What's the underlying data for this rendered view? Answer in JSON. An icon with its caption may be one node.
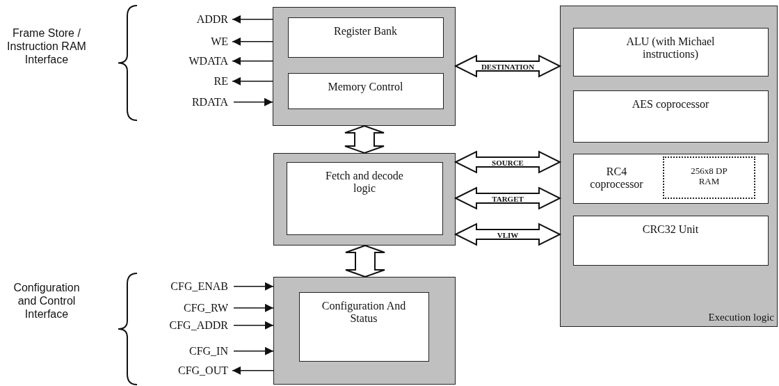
{
  "diagram": {
    "nodes": [
      {
        "text": [],
        "shape": "box"
      },
      {
        "text": [
          "Register Bank"
        ],
        "in": 0
      },
      {
        "text": [
          "Memory Control"
        ],
        "in": 0
      },
      {
        "text": [],
        "shape": "box"
      },
      {
        "text": [
          "Fetch and decode logic"
        ],
        "in": 3
      },
      {
        "text": [],
        "shape": "box"
      },
      {
        "text": [
          "Configuration And Status"
        ],
        "in": 5
      },
      {
        "text": [
          "Execution logic"
        ]
      },
      {
        "text": [
          "ALU (with Michael instructions)"
        ],
        "in": 7
      },
      {
        "text": [
          "AES coprocessor"
        ],
        "in": 7
      },
      {
        "text": [
          "RC4 coprocessor"
        ],
        "in": 7
      },
      {
        "text": [
          "256x8 DP RAM"
        ],
        "in": 10
      },
      {
        "text": [
          "CRC32 Unit"
        ],
        "in": 7
      },
      {
        "text": [
          "ADDR"
        ]
      },
      {
        "text": [
          "WE"
        ]
      },
      {
        "text": [
          "WDATA"
        ]
      },
      {
        "text": [
          "RE"
        ]
      },
      {
        "text": [
          "RDATA"
        ]
      },
      {
        "text": [
          "CFG_ENAB"
        ]
      },
      {
        "text": [
          "CFG_RW"
        ]
      },
      {
        "text": [
          "CFG_ADDR"
        ]
      },
      {
        "text": [
          "CFG_IN"
        ]
      },
      {
        "text": [
          "CFG_OUT"
        ]
      }
    ],
    "edges": [
      {
        "from": 0,
        "to": 13,
        "arrow": "to"
      },
      {
        "from": 0,
        "to": 14,
        "arrow": "to"
      },
      {
        "from": 0,
        "to": 15,
        "arrow": "to"
      },
      {
        "from": 0,
        "to": 16,
        "arrow": "to"
      },
      {
        "from": 17,
        "to": 0,
        "arrow": "to"
      },
      {
        "from": 18,
        "to": 5,
        "arrow": "to"
      },
      {
        "from": 19,
        "to": 5,
        "arrow": "to"
      },
      {
        "from": 20,
        "to": 5,
        "arrow": "to"
      },
      {
        "from": 21,
        "to": 5,
        "arrow": "to"
      },
      {
        "from": 5,
        "to": 22,
        "arrow": "to"
      },
      {
        "from": 0,
        "to": 7,
        "arrow": "both",
        "label": "DESTINATION",
        "style": "thick"
      },
      {
        "from": 0,
        "to": 3,
        "arrow": "both",
        "style": "thick"
      },
      {
        "from": 3,
        "to": 7,
        "arrow": "both",
        "label": "SOURCE",
        "style": "thick"
      },
      {
        "from": 3,
        "to": 7,
        "arrow": "both",
        "label": "TARGET",
        "style": "thick"
      },
      {
        "from": 3,
        "to": 7,
        "arrow": "both",
        "label": "VLIW",
        "style": "thick"
      },
      {
        "from": 3,
        "to": 5,
        "arrow": "both",
        "style": "thick"
      }
    ],
    "labels": [
      "Frame Store / Instruction RAM Interface",
      "Configuration and Control Interface"
    ]
  }
}
